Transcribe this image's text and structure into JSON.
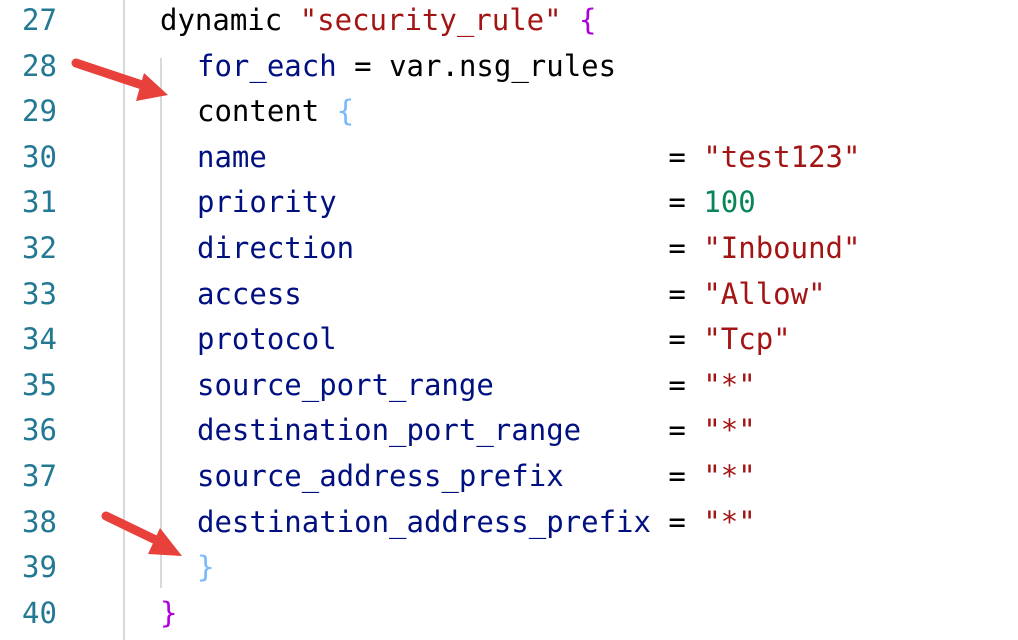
{
  "editor": {
    "line_numbers": [
      "27",
      "28",
      "29",
      "30",
      "31",
      "32",
      "33",
      "34",
      "35",
      "36",
      "37",
      "38",
      "39",
      "40"
    ],
    "lines": [
      [
        {
          "t": "dynamic ",
          "c": "p"
        },
        {
          "t": "\"security_rule\"",
          "c": "s"
        },
        {
          "t": " {",
          "c": "b1"
        }
      ],
      [
        {
          "t": "for_each",
          "c": "k"
        },
        {
          "t": " = ",
          "c": "p"
        },
        {
          "t": "var",
          "c": "p"
        },
        {
          "t": ".",
          "c": "p"
        },
        {
          "t": "nsg_rules",
          "c": "p"
        }
      ],
      [
        {
          "t": "content ",
          "c": "p"
        },
        {
          "t": "{",
          "c": "b2l"
        }
      ],
      [
        {
          "t": "name",
          "c": "k"
        },
        {
          "t": "                       = ",
          "c": "p"
        },
        {
          "t": "\"test123\"",
          "c": "s"
        }
      ],
      [
        {
          "t": "priority",
          "c": "k"
        },
        {
          "t": "                   = ",
          "c": "p"
        },
        {
          "t": "100",
          "c": "n"
        }
      ],
      [
        {
          "t": "direction",
          "c": "k"
        },
        {
          "t": "                  = ",
          "c": "p"
        },
        {
          "t": "\"Inbound\"",
          "c": "s"
        }
      ],
      [
        {
          "t": "access",
          "c": "k"
        },
        {
          "t": "                     = ",
          "c": "p"
        },
        {
          "t": "\"Allow\"",
          "c": "s"
        }
      ],
      [
        {
          "t": "protocol",
          "c": "k"
        },
        {
          "t": "                   = ",
          "c": "p"
        },
        {
          "t": "\"Tcp\"",
          "c": "s"
        }
      ],
      [
        {
          "t": "source_port_range",
          "c": "k"
        },
        {
          "t": "          = ",
          "c": "p"
        },
        {
          "t": "\"*\"",
          "c": "s"
        }
      ],
      [
        {
          "t": "destination_port_range",
          "c": "k"
        },
        {
          "t": "     = ",
          "c": "p"
        },
        {
          "t": "\"*\"",
          "c": "s"
        }
      ],
      [
        {
          "t": "source_address_prefix",
          "c": "k"
        },
        {
          "t": "      = ",
          "c": "p"
        },
        {
          "t": "\"*\"",
          "c": "s"
        }
      ],
      [
        {
          "t": "destination_address_prefix",
          "c": "k"
        },
        {
          "t": " = ",
          "c": "p"
        },
        {
          "t": "\"*\"",
          "c": "s"
        }
      ],
      [
        {
          "t": "}",
          "c": "b2l"
        }
      ],
      [
        {
          "t": "}",
          "c": "b1"
        }
      ]
    ],
    "indents": [
      0,
      1,
      1,
      1,
      1,
      1,
      1,
      1,
      1,
      1,
      1,
      1,
      1,
      0
    ]
  },
  "annotations": {
    "arrow_color": "#e8403a",
    "arrows": [
      "arrow-to-content-line",
      "arrow-to-closing-brace"
    ]
  }
}
